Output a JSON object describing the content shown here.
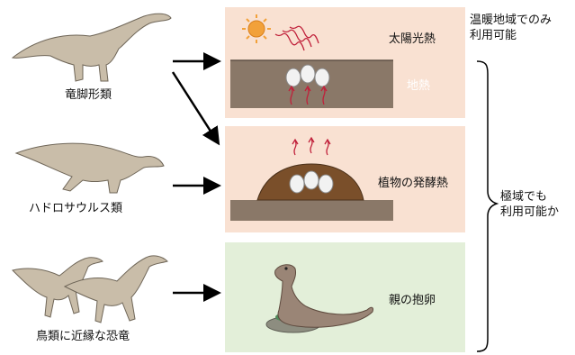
{
  "groups": [
    {
      "label": "竜脚形類",
      "icon": "sauropodomorph-icon"
    },
    {
      "label": "ハドロサウルス類",
      "icon": "hadrosaur-icon"
    },
    {
      "label": "鳥類に近縁な恐竜",
      "icon": "bird-like-dinosaur-icon"
    }
  ],
  "methods": [
    {
      "label": "太陽光熱",
      "sub_label": "地熱"
    },
    {
      "label": "植物の発酵熱"
    },
    {
      "label": "親の抱卵"
    }
  ],
  "notes": {
    "warm_line1": "温暖地域でのみ",
    "warm_line2": "利用可能",
    "polar_line1": "極域でも",
    "polar_line2": "利用可能か"
  },
  "colors": {
    "warm_panel": "#f9e1d2",
    "brood_panel": "#e3efd9",
    "soil": "#8a7868",
    "mound": "#7a4f2a",
    "heat_arrow": "#c0203a",
    "dinosaur": "#c9bda9"
  }
}
